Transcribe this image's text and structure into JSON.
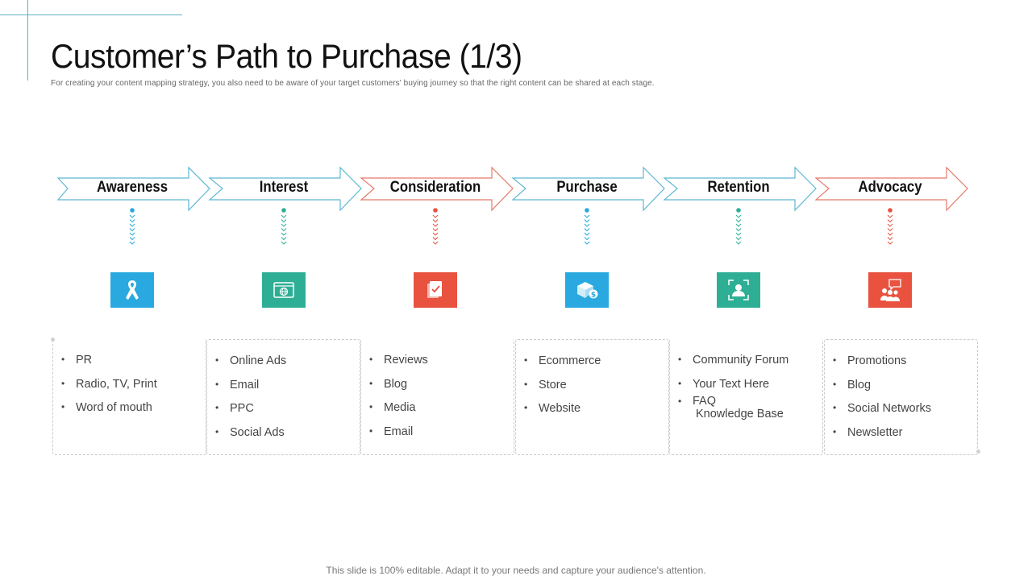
{
  "slide": {
    "title": "Customer’s Path to Purchase (1/3)",
    "subtitle": "For creating your content mapping strategy, you also need to be aware of your target customers' buying journey so that the right content can be shared at each stage.",
    "footer": "This slide is 100% editable. Adapt it to your needs and capture your audience's attention."
  },
  "colors": {
    "blue": "#29a9df",
    "teal": "#2eaf95",
    "red": "#e8523f",
    "blue_outline": "#5fb8d3",
    "red_outline": "#e47a6a"
  },
  "stages": [
    {
      "label": "Awareness",
      "color": "blue",
      "icon": "awareness-ribbon-icon",
      "items": [
        {
          "text": "PR"
        },
        {
          "text": "Radio, TV, Print"
        },
        {
          "text": "Word of mouth"
        }
      ]
    },
    {
      "label": "Interest",
      "color": "teal",
      "icon": "browser-globe-icon",
      "items": [
        {
          "text": "Online Ads"
        },
        {
          "text": "Email"
        },
        {
          "text": "PPC"
        },
        {
          "text": "Social Ads"
        }
      ]
    },
    {
      "label": "Consideration",
      "color": "red",
      "icon": "documents-checklist-icon",
      "items": [
        {
          "text": "Reviews"
        },
        {
          "text": "Blog"
        },
        {
          "text": "Media"
        },
        {
          "text": "Email"
        }
      ]
    },
    {
      "label": "Purchase",
      "color": "blue",
      "icon": "box-dollar-icon",
      "items": [
        {
          "text": "Ecommerce"
        },
        {
          "text": "Store"
        },
        {
          "text": "Website"
        }
      ]
    },
    {
      "label": "Retention",
      "color": "teal",
      "icon": "user-frame-icon",
      "items": [
        {
          "text": "Community Forum"
        },
        {
          "text": "Your Text Here"
        },
        {
          "text": "FAQ",
          "text2": "Knowledge Base"
        }
      ]
    },
    {
      "label": "Advocacy",
      "color": "red",
      "icon": "group-chat-icon",
      "items": [
        {
          "text": "Promotions"
        },
        {
          "text": "Blog"
        },
        {
          "text": "Social Networks"
        },
        {
          "text": "Newsletter"
        }
      ]
    }
  ]
}
